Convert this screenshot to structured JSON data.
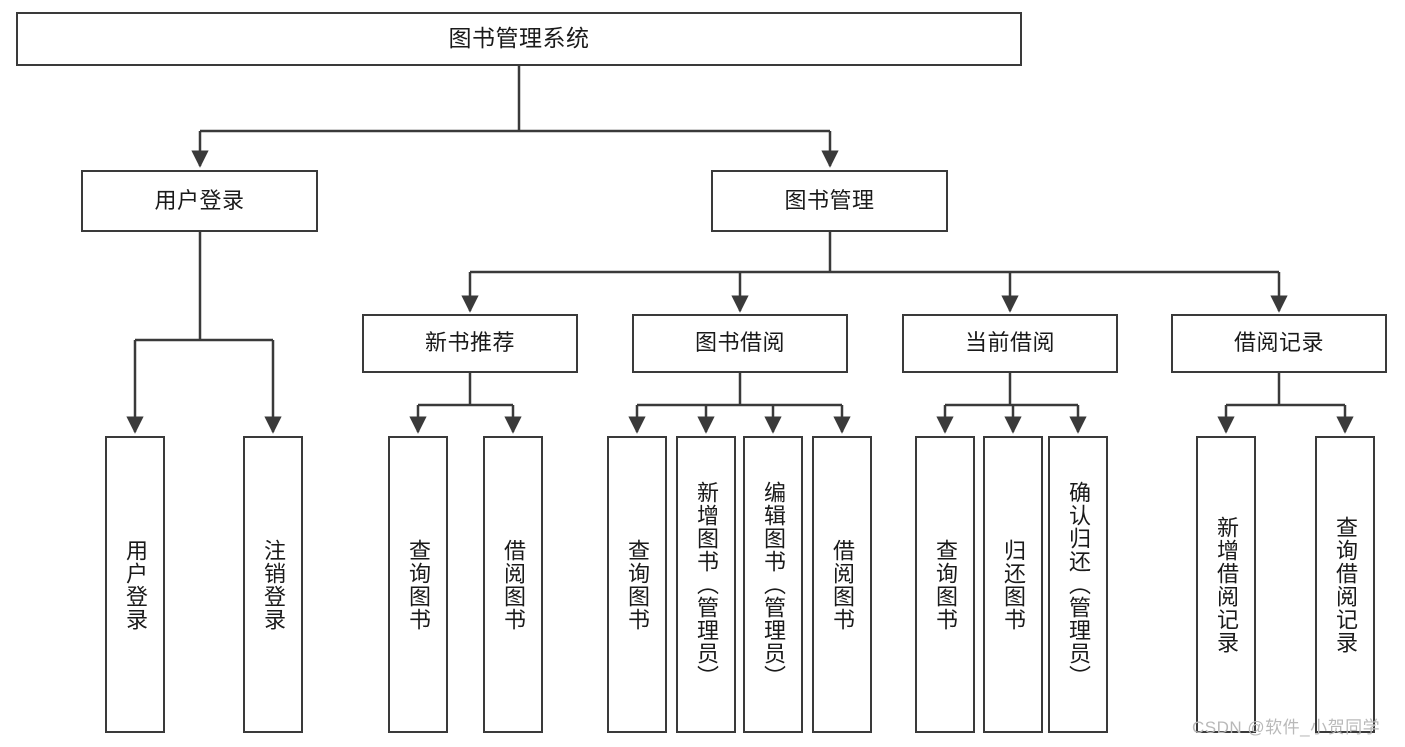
{
  "diagram": {
    "title": "图书管理系统",
    "type": "tree-hierarchy-diagram",
    "watermark": "CSDN @软件_小贺同学",
    "colors": {
      "stroke": "#3a3a3a",
      "background": "#ffffff",
      "text": "#1a1a1a",
      "watermark": "#b9b9b9"
    },
    "root": {
      "label": "图书管理系统"
    },
    "level2": [
      {
        "label": "用户登录"
      },
      {
        "label": "图书管理"
      }
    ],
    "level3": [
      {
        "label": "新书推荐"
      },
      {
        "label": "图书借阅"
      },
      {
        "label": "当前借阅"
      },
      {
        "label": "借阅记录"
      }
    ],
    "leaves": {
      "user_login": [
        {
          "label": "用户登录"
        },
        {
          "label": "注销登录"
        }
      ],
      "new_book": [
        {
          "label": "查询图书"
        },
        {
          "label": "借阅图书"
        }
      ],
      "book_borrow": [
        {
          "label": "查询图书"
        },
        {
          "label": "新增图书（管理员）"
        },
        {
          "label": "编辑图书（管理员）"
        },
        {
          "label": "借阅图书"
        }
      ],
      "current_borrow": [
        {
          "label": "查询图书"
        },
        {
          "label": "归还图书"
        },
        {
          "label": "确认归还（管理员）"
        }
      ],
      "borrow_record": [
        {
          "label": "新增借阅记录"
        },
        {
          "label": "查询借阅记录"
        }
      ]
    }
  }
}
